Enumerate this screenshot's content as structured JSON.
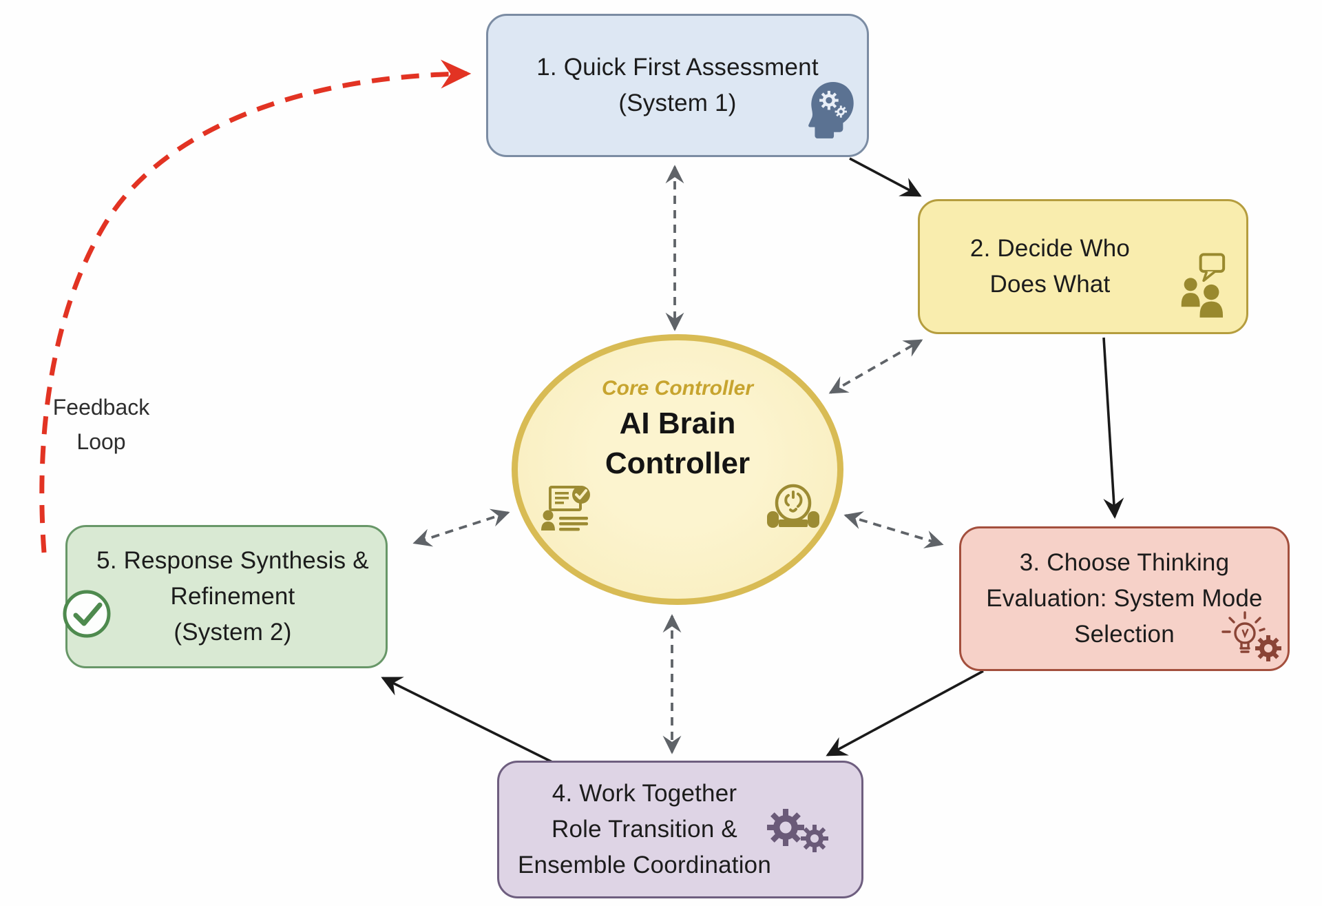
{
  "diagram": {
    "title_semantic": "AI Brain Controller workflow diagram",
    "center": {
      "subtitle": "Core Controller",
      "title_line1": "AI Brain",
      "title_line2": "Controller",
      "fill": "#f9efc2",
      "border": "#d8bb54",
      "subtitle_color": "#c7a42f",
      "icons": [
        "document-check-icon",
        "brain-meeting-icon"
      ]
    },
    "nodes": [
      {
        "lines": [
          "1. Quick First Assessment",
          "(System 1)"
        ],
        "fill": "#dde7f3",
        "border": "#7b8ca3",
        "icon": "head-gears-icon",
        "icon_color": "#5b7292"
      },
      {
        "lines": [
          "2. Decide Who",
          "Does What"
        ],
        "fill": "#f9edae",
        "border": "#b59d3e",
        "icon": "people-chat-icon",
        "icon_color": "#99892e"
      },
      {
        "lines": [
          "3. Choose Thinking",
          "Evaluation: System Mode",
          "Selection"
        ],
        "fill": "#f6d1c8",
        "border": "#a34f3d",
        "icon": "bulb-gear-icon",
        "icon_color": "#8a4436"
      },
      {
        "lines": [
          "4. Work Together",
          "Role Transition &",
          "Ensemble Coordination"
        ],
        "fill": "#ded4e5",
        "border": "#6e5e7f",
        "icon": "gears-icon",
        "icon_color": "#6a5a78"
      },
      {
        "lines": [
          "5. Response Synthesis &",
          "Refinement",
          "(System 2)"
        ],
        "fill": "#d9e9d3",
        "border": "#689768",
        "icon": "check-circle-icon",
        "icon_color": "#4e8a4e"
      }
    ],
    "feedback": {
      "line1": "Feedback",
      "line2": "Loop"
    },
    "arrow_colors": {
      "flow_solid": "#1a1a1a",
      "bidirectional_dashed": "#5f6368",
      "feedback_dashed": "#e23323"
    }
  }
}
